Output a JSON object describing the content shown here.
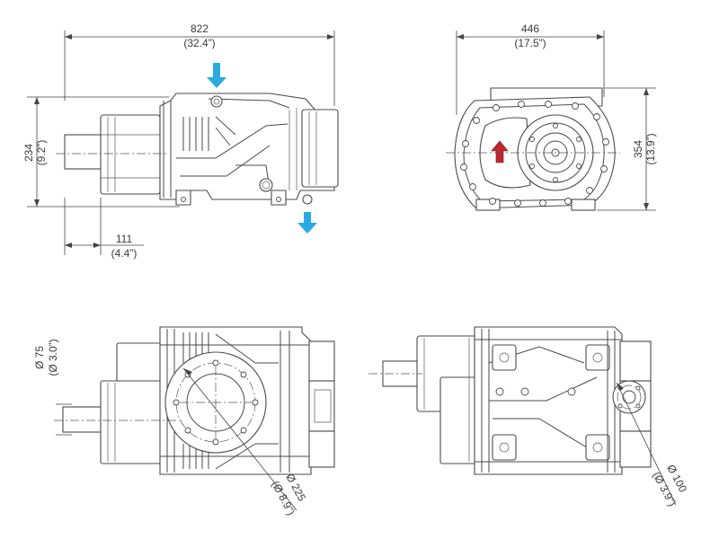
{
  "dimensions": {
    "overall_length": {
      "mm": "822",
      "in": "(32.4”)"
    },
    "height": {
      "mm": "234",
      "in": "(9.2”)"
    },
    "shaft_offset": {
      "mm": "111",
      "in": "(4.4”)"
    },
    "width": {
      "mm": "446",
      "in": "(17.5”)"
    },
    "end_height": {
      "mm": "354",
      "in": "(13.9”)"
    },
    "shaft_diameter": {
      "mm": "Ø 75",
      "in": "(Ø 3.0”)"
    },
    "flange_diameter": {
      "mm": "Ø 225",
      "in": "(Ø 8.9”)"
    },
    "port_diameter": {
      "mm": "Ø 100",
      "in": "(Ø 3.9”)"
    }
  },
  "colors": {
    "flow_arrow": "#29abe2",
    "rotation_arrow": "#c1272d",
    "outline": "#4a4a4a"
  },
  "icons": {
    "inlet": "flow-in-arrow-icon",
    "outlet": "flow-out-arrow-icon",
    "rotation": "rotation-direction-arrow-icon"
  }
}
